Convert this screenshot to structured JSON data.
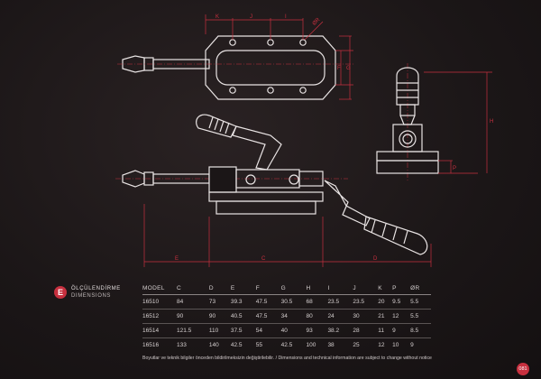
{
  "dimension_letters": {
    "K": "K",
    "J": "J",
    "I": "I",
    "R": "ØR",
    "F": "F",
    "G": "G",
    "E": "E",
    "C": "C",
    "D": "D",
    "H": "H",
    "P": "P"
  },
  "brand": {
    "logo_glyph": "E",
    "title": "ÖLÇÜLENDİRME",
    "subtitle": "DIMENSIONS"
  },
  "table": {
    "columns": [
      "MODEL",
      "C",
      "D",
      "E",
      "F",
      "G",
      "H",
      "I",
      "J",
      "K",
      "P",
      "ØR"
    ],
    "rows": [
      [
        "16510",
        "84",
        "73",
        "39.3",
        "47.5",
        "30.5",
        "68",
        "23.5",
        "23.5",
        "20",
        "9.5",
        "5.5"
      ],
      [
        "16512",
        "90",
        "90",
        "40.5",
        "47.5",
        "34",
        "80",
        "24",
        "30",
        "21",
        "12",
        "5.5"
      ],
      [
        "16514",
        "121.5",
        "110",
        "37.5",
        "54",
        "40",
        "93",
        "38.2",
        "28",
        "11",
        "9",
        "8.5"
      ],
      [
        "16516",
        "133",
        "140",
        "42.5",
        "55",
        "42.5",
        "100",
        "38",
        "25",
        "12",
        "10",
        "9"
      ]
    ]
  },
  "disclaimer": "Boyutlar ve teknik bilgiler önceden bildirilmeksizin değiştirilebilir. / Dimensions and technical information are subject to change without notice",
  "page_number": "081",
  "colors": {
    "accent": "#c7303f",
    "background": "#1b1617",
    "line": "#e9e4e4"
  }
}
